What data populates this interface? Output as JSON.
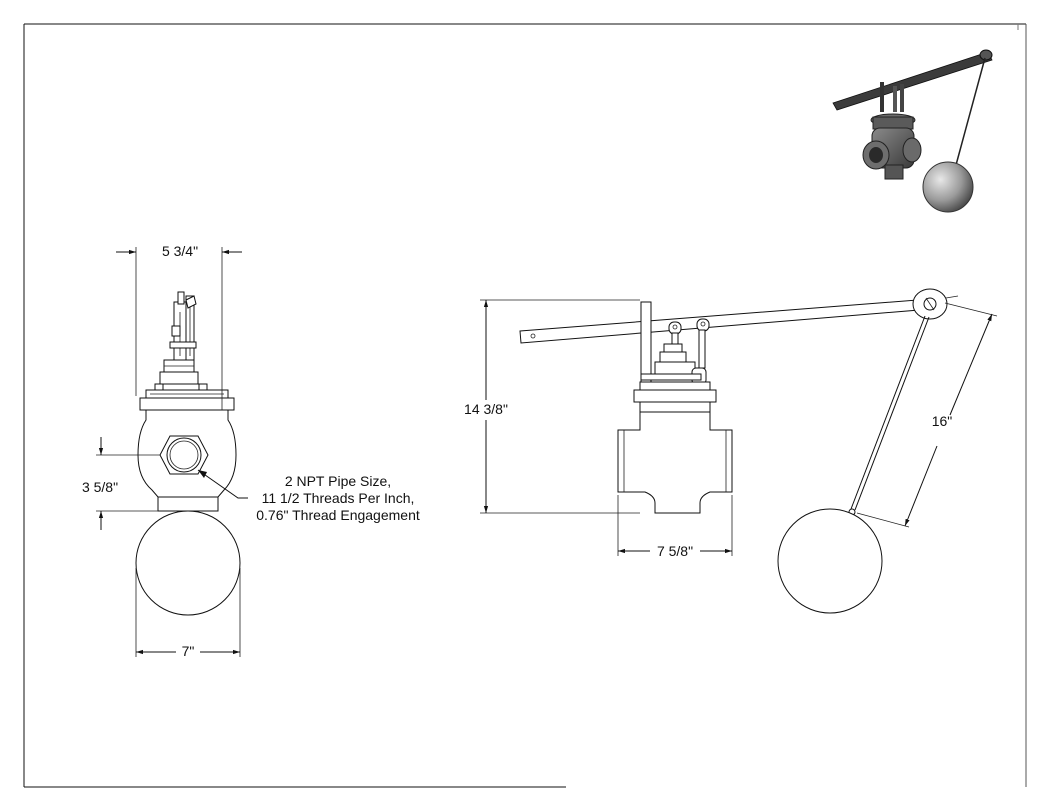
{
  "dimensions": {
    "front_width_top": "5 3/4\"",
    "front_center_to_ball": "3 5/8\"",
    "ball_diameter": "7\"",
    "side_height": "14 3/8\"",
    "body_length": "7 5/8\"",
    "rod_length": "16\""
  },
  "callout": {
    "line1": "2 NPT Pipe Size,",
    "line2": "11 1/2 Threads Per Inch,",
    "line3": "0.76\" Thread Engagement"
  }
}
